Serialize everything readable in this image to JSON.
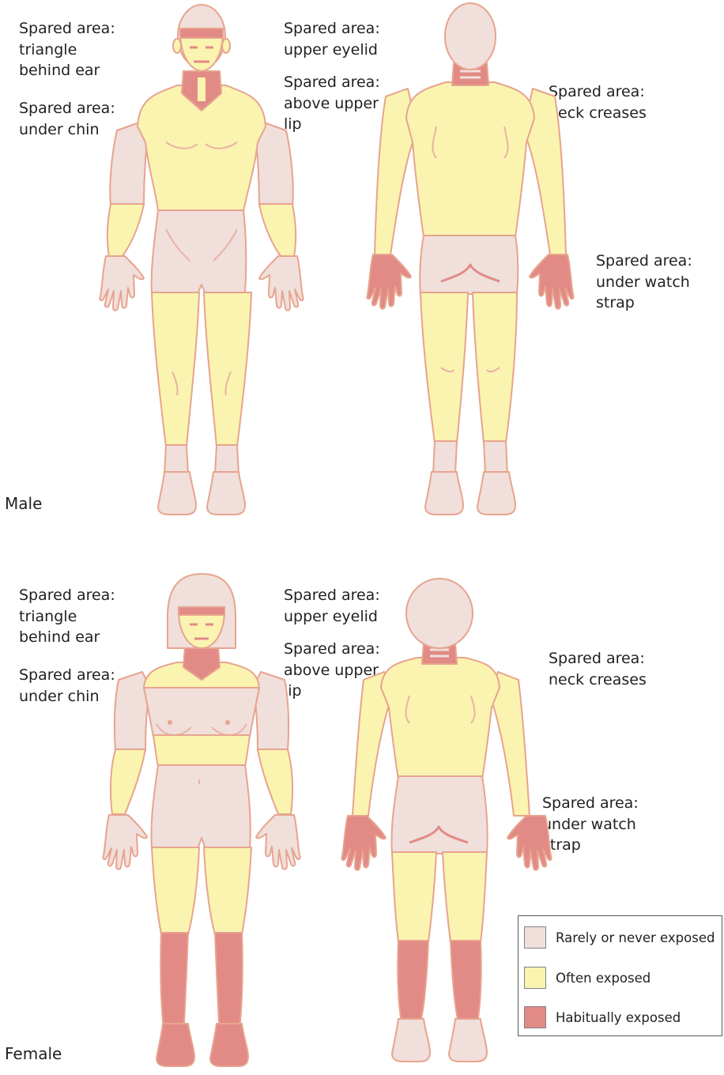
{
  "colors": {
    "rarely": "#f0dfdb",
    "often": "#faf4b0",
    "habitual": "#e28a86",
    "outline": "#e7a48e",
    "line": "#eab2a4"
  },
  "icons": {
    "male_front": "male-front-body-icon",
    "male_back": "male-back-body-icon",
    "female_front": "female-front-body-icon",
    "female_back": "female-back-body-icon"
  },
  "male": {
    "label": "Male",
    "annotations": {
      "behind_ear": "Spared area:\ntriangle\nbehind ear",
      "under_chin": "Spared area:\nunder chin",
      "upper_eyelid": "Spared area:\nupper eyelid",
      "above_lip": "Spared area:\nabove upper\nlip",
      "neck_creases": "Spared area:\nneck creases",
      "watch_strap": "Spared area:\nunder watch\nstrap"
    }
  },
  "female": {
    "label": "Female",
    "annotations": {
      "behind_ear": "Spared area:\ntriangle\nbehind ear",
      "under_chin": "Spared area:\nunder chin",
      "upper_eyelid": "Spared area:\nupper eyelid",
      "above_lip": "Spared area:\nabove upper\nlip",
      "neck_creases": "Spared area:\nneck creases",
      "watch_strap": "Spared area:\nunder watch\nstrap"
    }
  },
  "legend": {
    "items": [
      {
        "label": "Rarely or never exposed",
        "color_key": "rarely"
      },
      {
        "label": "Often exposed",
        "color_key": "often"
      },
      {
        "label": "Habitually exposed",
        "color_key": "habitual"
      }
    ]
  }
}
